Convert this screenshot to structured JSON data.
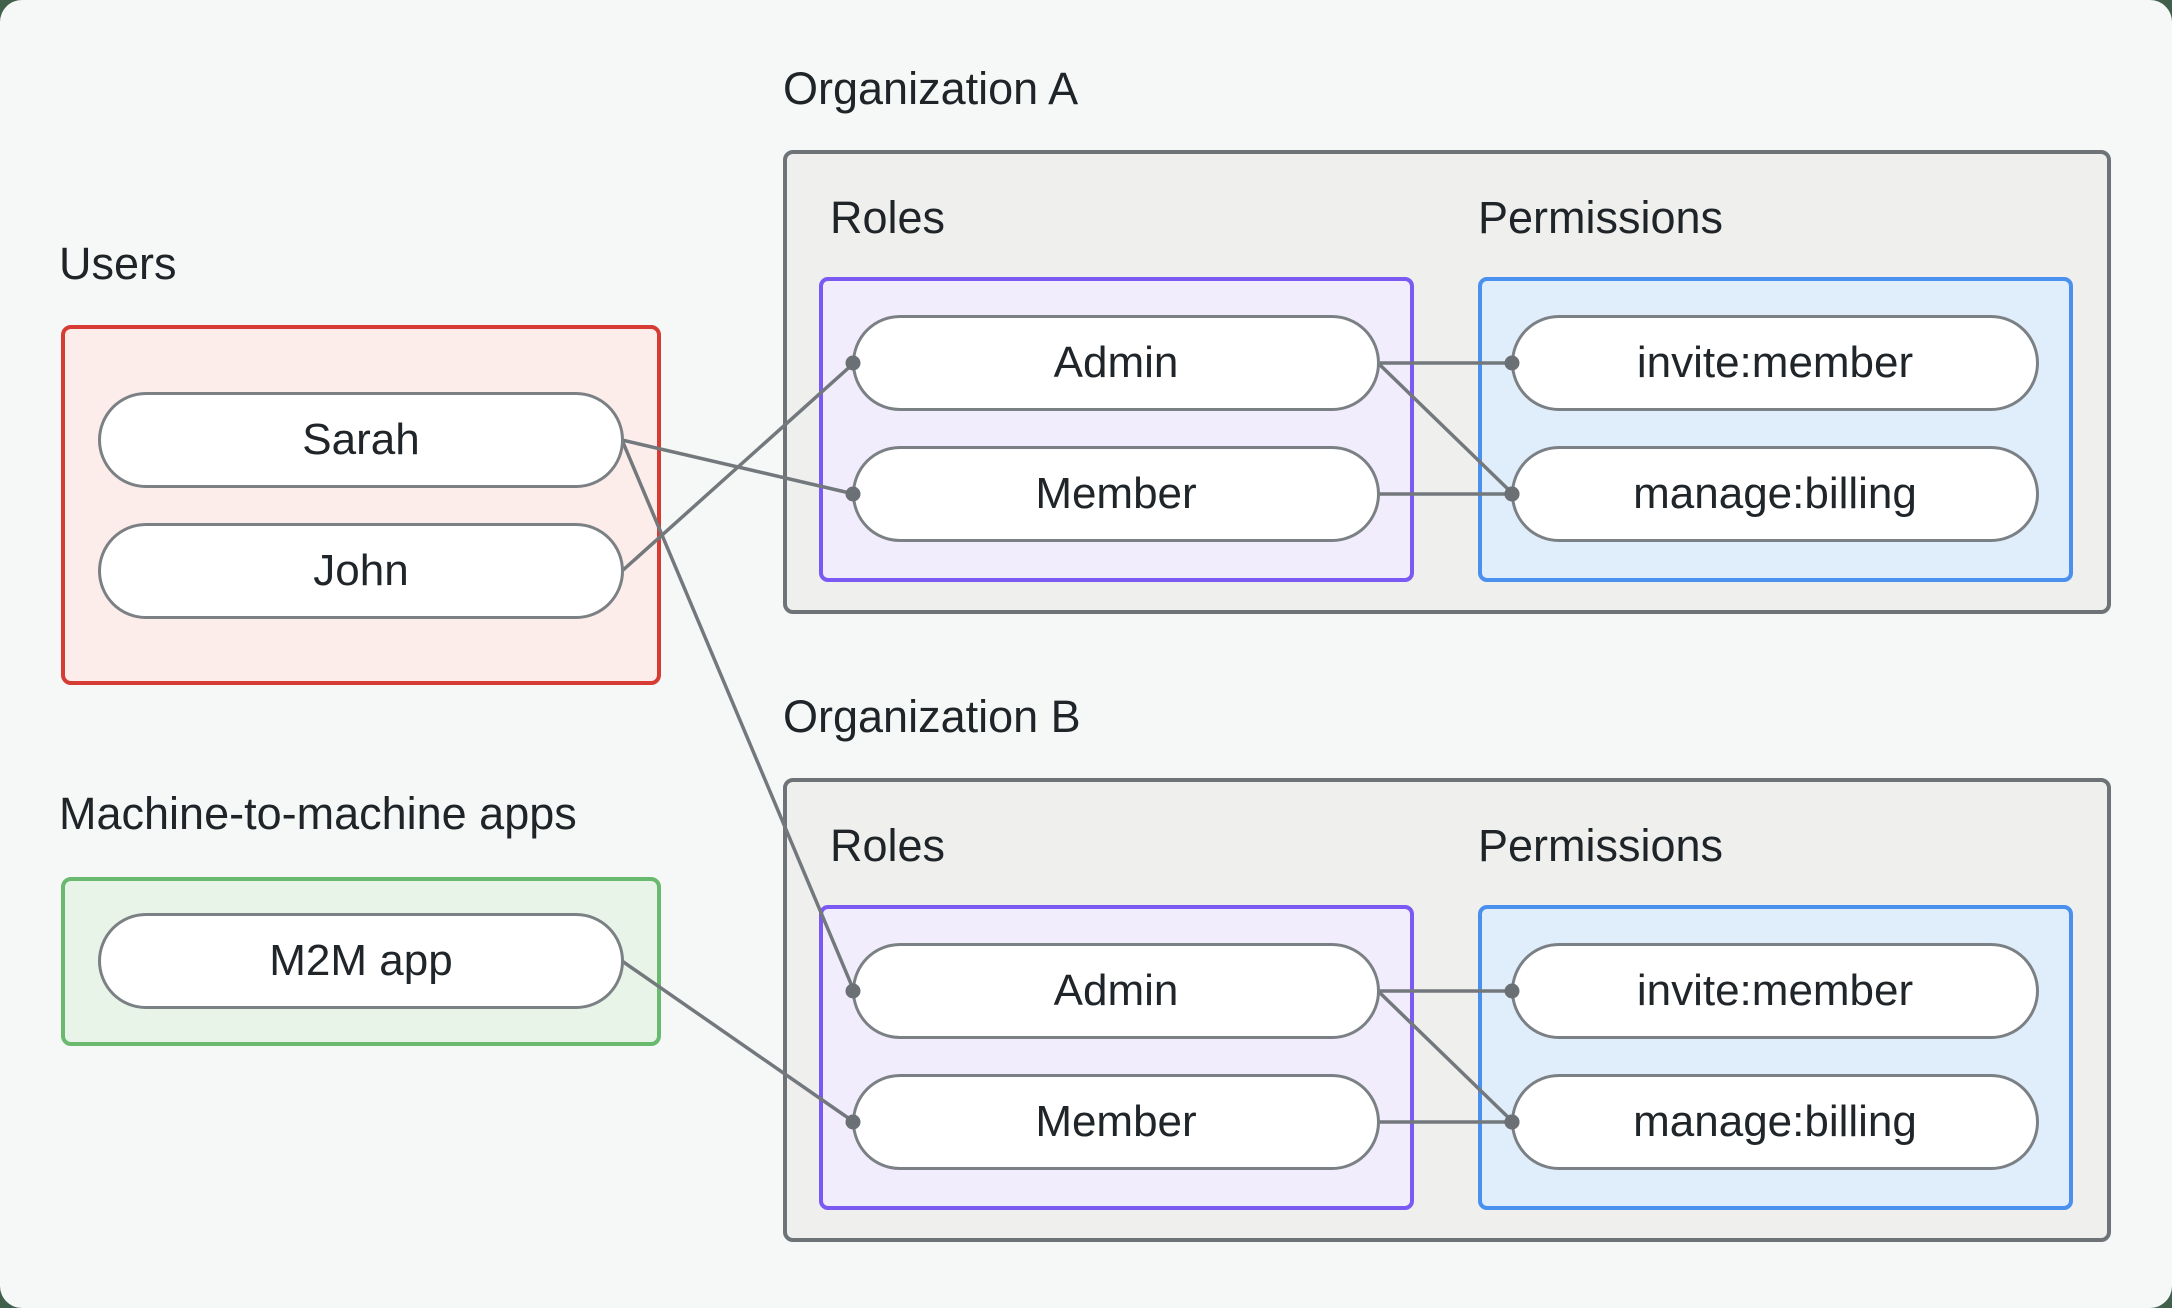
{
  "users_group": {
    "label": "Users",
    "items": [
      {
        "id": "sarah",
        "label": "Sarah"
      },
      {
        "id": "john",
        "label": "John"
      }
    ]
  },
  "m2m_group": {
    "label": "Machine-to-machine apps",
    "items": [
      {
        "id": "m2m-app",
        "label": "M2M app"
      }
    ]
  },
  "organizations": [
    {
      "id": "orgA",
      "label": "Organization A",
      "roles_label": "Roles",
      "permissions_label": "Permissions",
      "roles": [
        {
          "id": "orgA-admin",
          "label": "Admin"
        },
        {
          "id": "orgA-member",
          "label": "Member"
        }
      ],
      "permissions": [
        {
          "id": "orgA-invite",
          "label": "invite:member"
        },
        {
          "id": "orgA-manage",
          "label": "manage:billing"
        }
      ]
    },
    {
      "id": "orgB",
      "label": "Organization B",
      "roles_label": "Roles",
      "permissions_label": "Permissions",
      "roles": [
        {
          "id": "orgB-admin",
          "label": "Admin"
        },
        {
          "id": "orgB-member",
          "label": "Member"
        }
      ],
      "permissions": [
        {
          "id": "orgB-invite",
          "label": "invite:member"
        },
        {
          "id": "orgB-manage",
          "label": "manage:billing"
        }
      ]
    }
  ],
  "connections": [
    {
      "from": "sarah",
      "to": "orgA-member"
    },
    {
      "from": "john",
      "to": "orgA-admin"
    },
    {
      "from": "sarah",
      "to": "orgB-admin"
    },
    {
      "from": "m2m-app",
      "to": "orgB-member"
    },
    {
      "from": "orgA-admin",
      "to": "orgA-invite"
    },
    {
      "from": "orgA-admin",
      "to": "orgA-manage"
    },
    {
      "from": "orgA-member",
      "to": "orgA-manage"
    },
    {
      "from": "orgB-admin",
      "to": "orgB-invite"
    },
    {
      "from": "orgB-admin",
      "to": "orgB-manage"
    },
    {
      "from": "orgB-member",
      "to": "orgB-manage"
    }
  ],
  "colors": {
    "canvas_bg": "#f6f8f7",
    "outer_bg": "#40604b",
    "users_border": "#d63c34",
    "users_fill": "#fcecea",
    "m2m_border": "#69ba6f",
    "m2m_fill": "#e9f4e9",
    "org_border": "#6e7377",
    "org_fill": "#efefee",
    "roles_border": "#7a5af2",
    "roles_fill": "#f2edfc",
    "permissions_border": "#4a90ee",
    "permissions_fill": "#e0eefc",
    "pill_border": "#7b8084",
    "connector_line": "#73787c",
    "connector_dot": "#6b7075",
    "text": "#1f2428"
  }
}
